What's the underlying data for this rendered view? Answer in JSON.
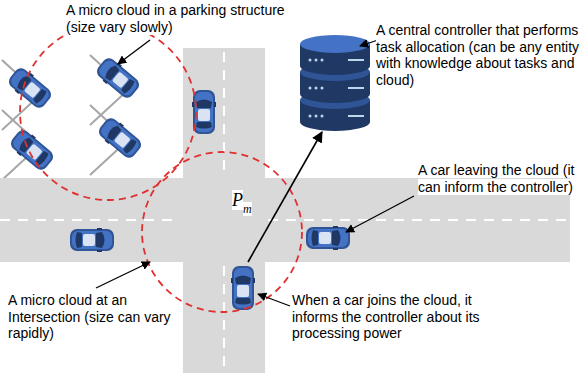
{
  "diagram": {
    "labels": [
      "A micro cloud in a parking structure (size vary slowly)",
      "A central controller that performs task allocation (can be any entity with knowledge about tasks and cloud)",
      "A car leaving the cloud (it can inform the controller)",
      "P",
      "m",
      "When a car joins the cloud, it informs the controller about its processing power",
      "A micro cloud at an Intersection (size can vary rapidly)"
    ]
  }
}
